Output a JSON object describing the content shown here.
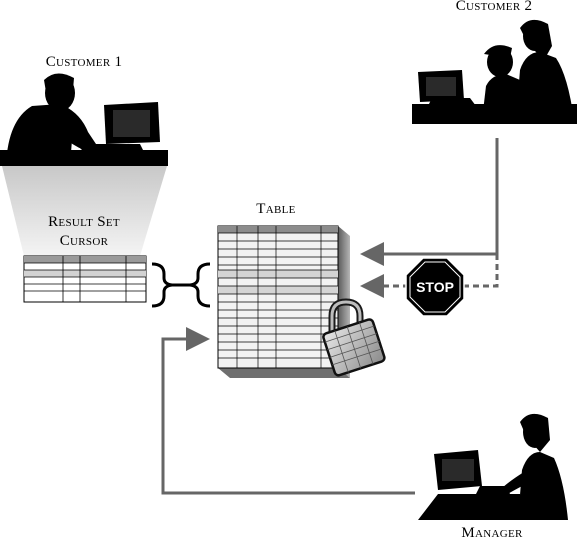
{
  "labels": {
    "customer1": "Customer 1",
    "customer2": "Customer 2",
    "result_set": "Result Set",
    "cursor": "Cursor",
    "table": "Table",
    "manager": "Manager"
  },
  "stop_sign": {
    "text": "STOP"
  },
  "colors": {
    "silhouette": "#000000",
    "arrow": "#666666",
    "table_face": "#f2f2f2",
    "table_side": "#7f7f7f",
    "cone": "#d9d9d9"
  }
}
